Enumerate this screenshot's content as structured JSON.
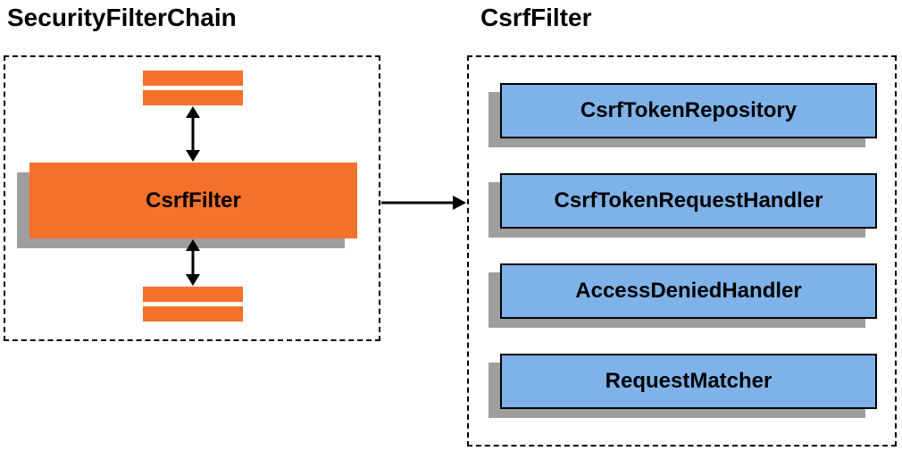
{
  "left_panel": {
    "title": "SecurityFilterChain",
    "filter_box_label": "CsrfFilter"
  },
  "right_panel": {
    "title": "CsrfFilter",
    "items": [
      "CsrfTokenRepository",
      "CsrfTokenRequestHandler",
      "AccessDeniedHandler",
      "RequestMatcher"
    ]
  },
  "colors": {
    "orange": "#F4712C",
    "blue": "#7FB2E8",
    "shadow": "#9E9E9E",
    "arrow": "#000000"
  }
}
